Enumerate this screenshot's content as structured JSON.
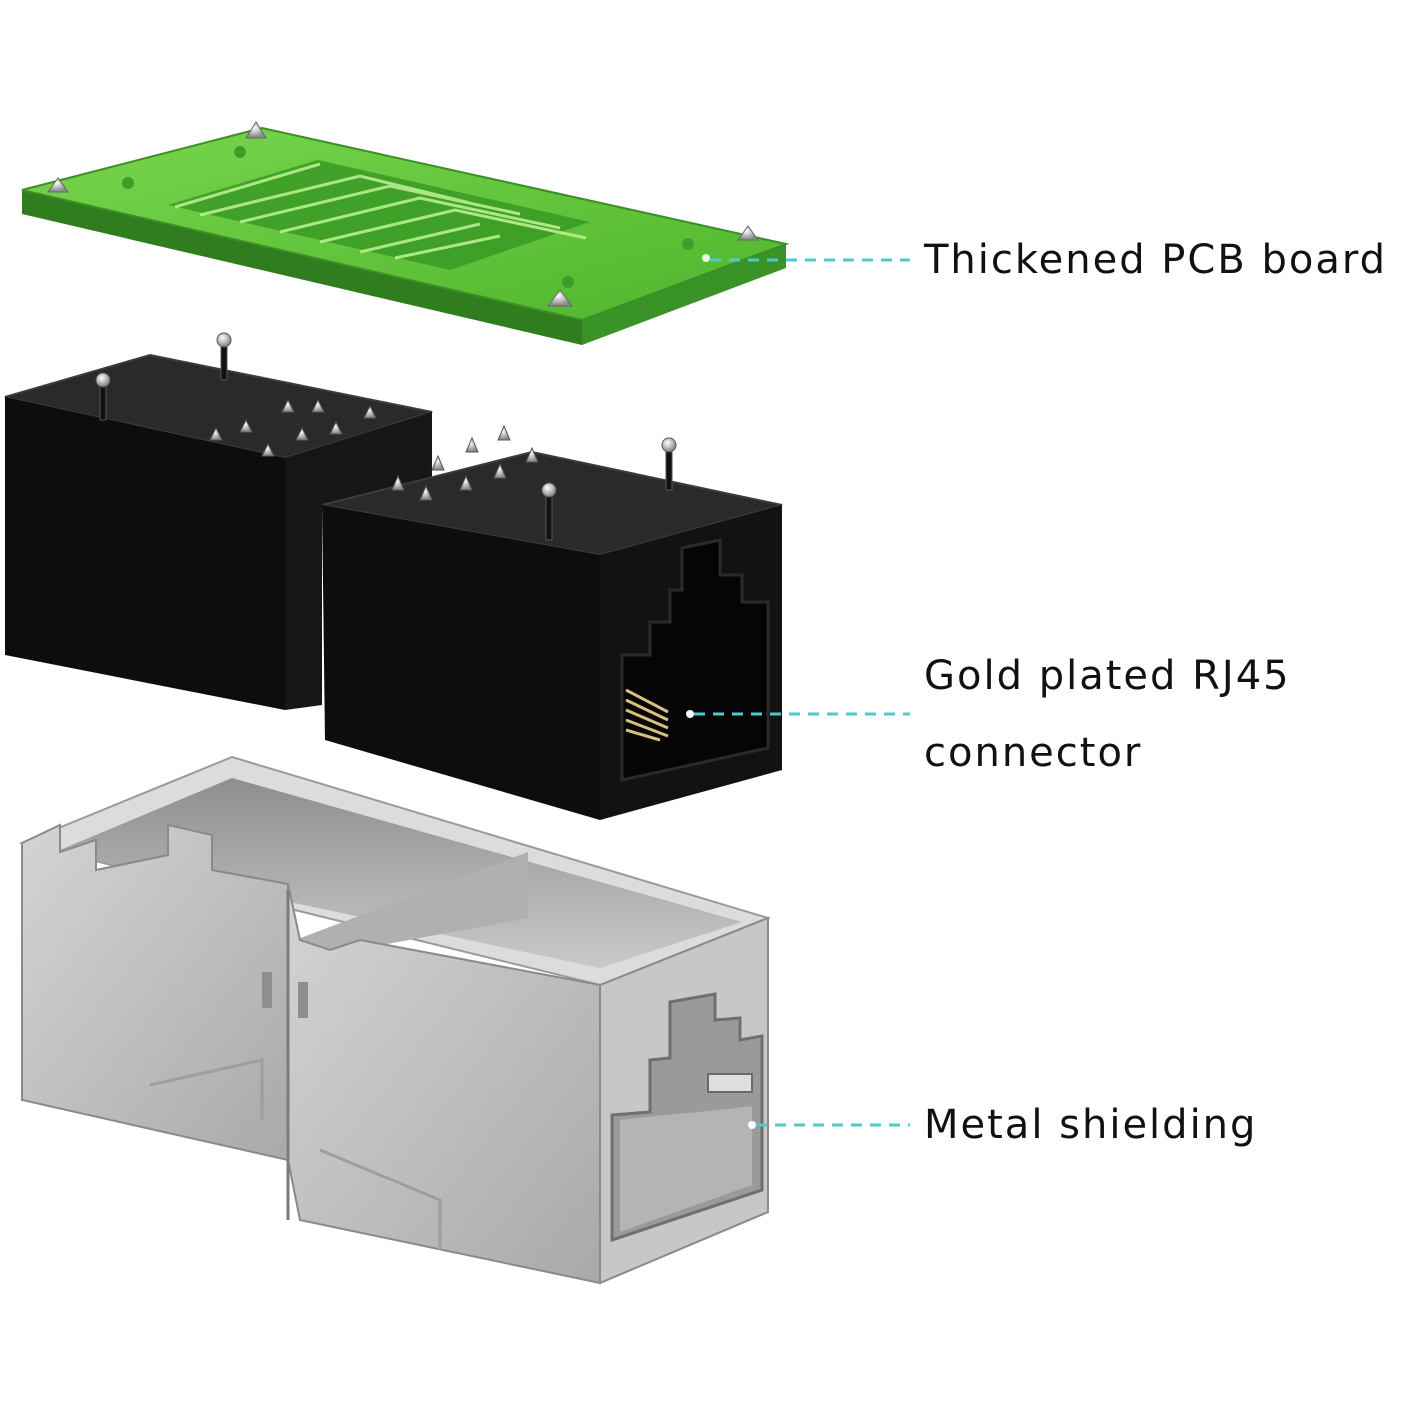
{
  "callouts": {
    "pcb": "Thickened PCB board",
    "rj45_line1": "Gold plated RJ45",
    "rj45_line2": "connector",
    "shield": "Metal shielding"
  },
  "colors": {
    "leader_line": "#4ec9cc",
    "pcb_green": "#5bc236",
    "pcb_edge": "#2f7d1e",
    "connector_black": "#0d0d0d",
    "shield_silver": "#b9b9b9"
  }
}
